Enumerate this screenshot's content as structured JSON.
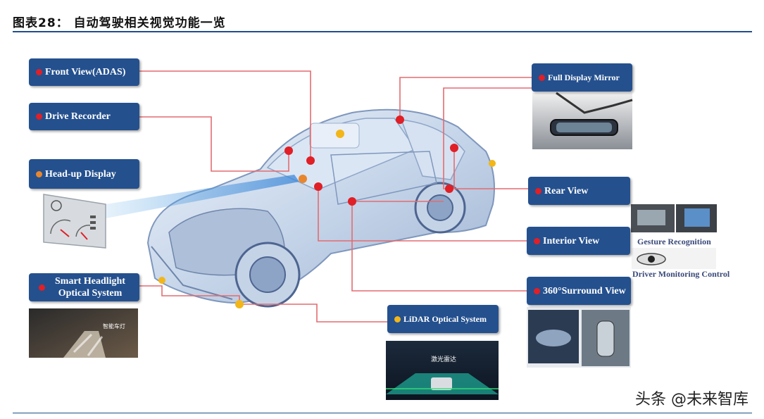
{
  "header": {
    "title": "图表28：  自动驾驶相关视觉功能一览"
  },
  "labels": {
    "front_view": "Front View(ADAS)",
    "drive_recorder": "Drive Recorder",
    "head_up": "Head-up Display",
    "smart_headlight": "Smart Headlight Optical System",
    "full_mirror": "Full Display Mirror",
    "rear_view": "Rear View",
    "interior_view": "Interior View",
    "surround_view": "360°Surround View",
    "lidar": "LiDAR Optical System"
  },
  "captions": {
    "gesture": "Gesture Recognition",
    "driver_monitoring": "Driver Monitoring Control"
  },
  "thumbnails": {
    "lidar_text": "激光雷达",
    "headlight_text": "智能车灯"
  },
  "watermark": "头条 @未来智库",
  "colors": {
    "label_bg": "#24508e",
    "red": "#e01f26",
    "yellow": "#f2b619",
    "orange": "#e8862d",
    "rule": "#1f4e8c"
  }
}
